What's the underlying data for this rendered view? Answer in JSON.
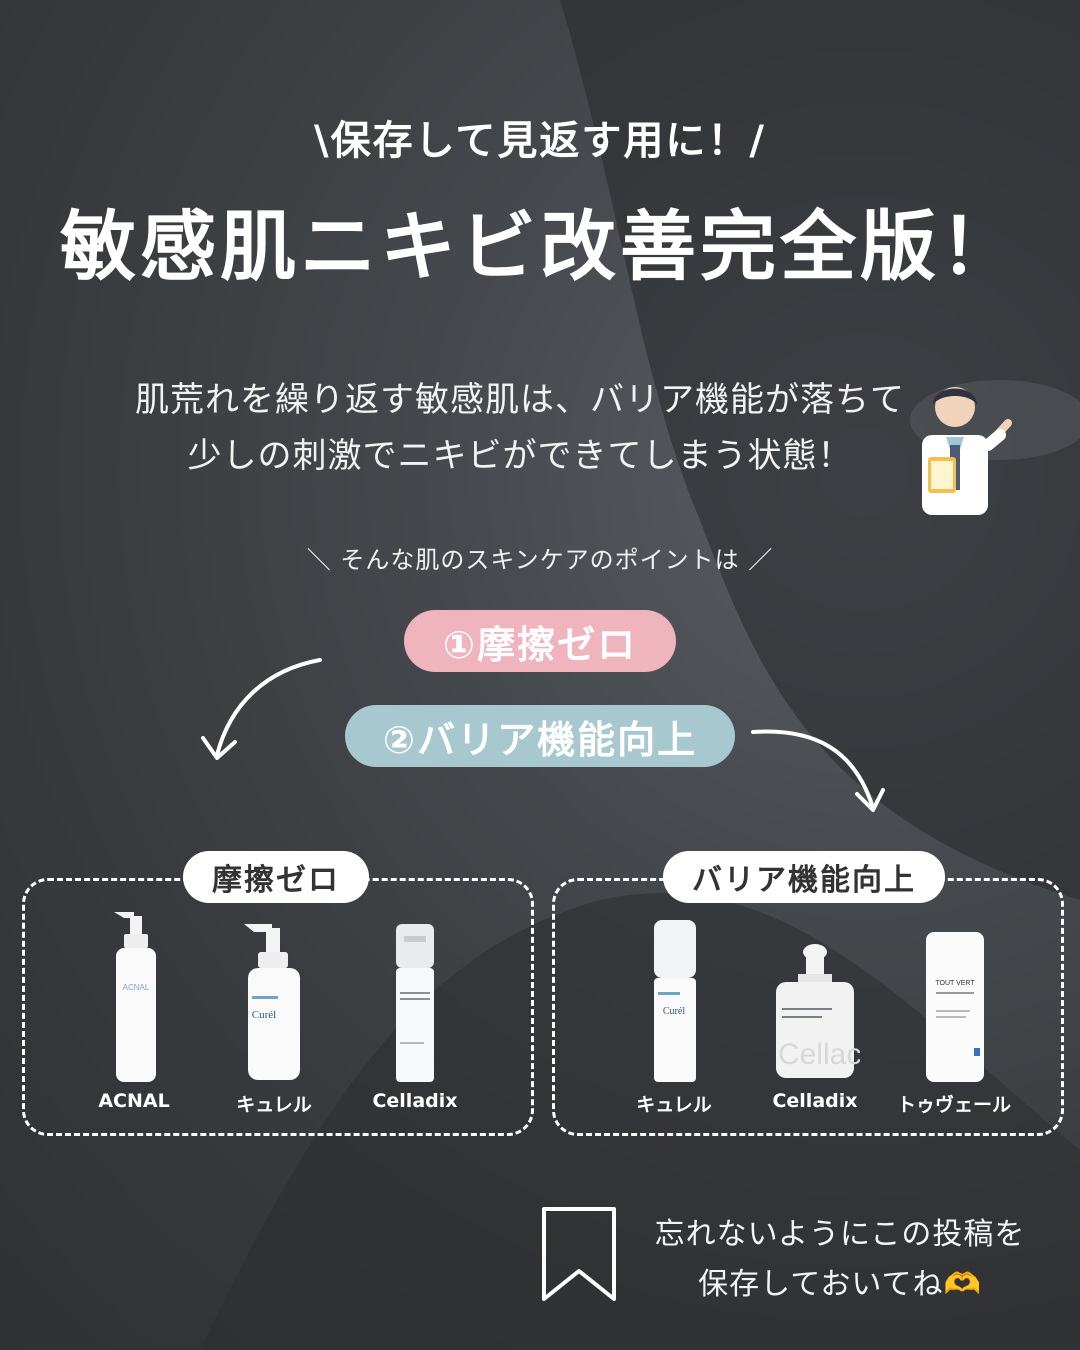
{
  "header": {
    "subtitle": "\\保存して見返す用に！/",
    "title": "敏感肌ニキビ改善完全版！"
  },
  "intro": {
    "line1": "肌荒れを繰り返す敏感肌は、バリア機能が落ちて",
    "line2": "少しの刺激でニキビができてしまう状態！"
  },
  "points": {
    "heading": "＼ そんな肌のスキンケアのポイントは ／",
    "point1": "①摩擦ゼロ",
    "point2": "②バリア機能向上"
  },
  "friction_box": {
    "title": "摩擦ゼロ",
    "products": [
      {
        "label": "ACNAL",
        "bottle_text": "ACNAL"
      },
      {
        "label": "キュレル",
        "bottle_text": "Curél"
      },
      {
        "label": "Celladix",
        "bottle_text": ""
      }
    ]
  },
  "barrier_box": {
    "title": "バリア機能向上",
    "products": [
      {
        "label": "キュレル",
        "bottle_text": "Curél"
      },
      {
        "label": "Celladix",
        "bottle_text": "Cellac"
      },
      {
        "label": "トゥヴェール",
        "bottle_text": "TOUT VERT"
      }
    ]
  },
  "save": {
    "line1": "忘れないようにこの投稿を",
    "line2": "保存しておいてね🫶"
  },
  "colors": {
    "pink_pill": "#f0b4bf",
    "blue_pill": "#a8c8d0",
    "text": "#ffffff"
  }
}
